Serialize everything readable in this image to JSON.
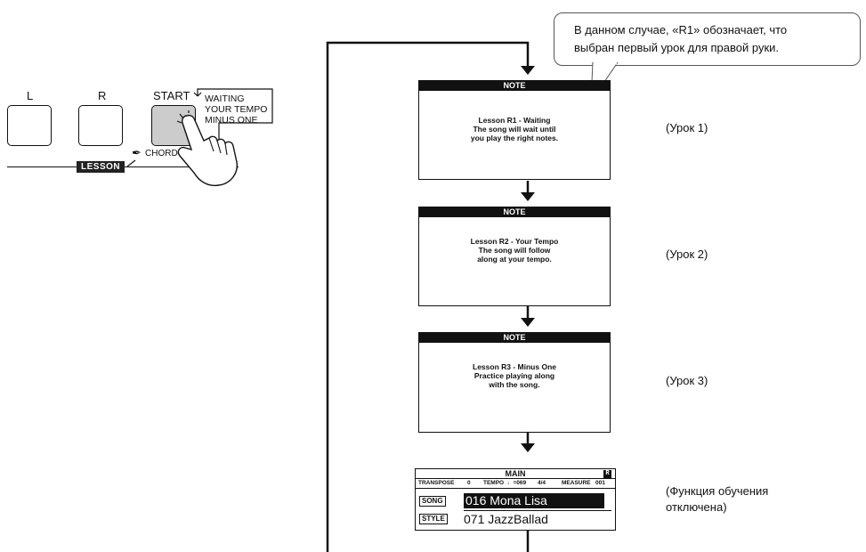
{
  "panel": {
    "key_l": "L",
    "key_r": "R",
    "key_start": "START",
    "lesson_modes": [
      "WAITING",
      "YOUR TEMPO",
      "MINUS ONE"
    ],
    "chord_label": "CHORD L",
    "lesson_badge": "LESSON"
  },
  "callout": {
    "line1": "В данном случае, «R1» обозначает, что",
    "line2": "выбран первый урок для правой руки."
  },
  "screens": [
    {
      "header": "NOTE",
      "lines": [
        "Lesson R1 - Waiting",
        "The song will wait until",
        "you play the right notes."
      ],
      "label": "(Урок 1)"
    },
    {
      "header": "NOTE",
      "lines": [
        "Lesson R2 - Your Tempo",
        "The song will follow",
        "along at your tempo."
      ],
      "label": "(Урок 2)"
    },
    {
      "header": "NOTE",
      "lines": [
        "Lesson R3 - Minus One",
        "Practice playing along",
        "with the song."
      ],
      "label": "(Урок 3)"
    }
  ],
  "main_display": {
    "title": "MAIN",
    "badge": "R",
    "transpose_label": "TRANSPOSE",
    "transpose_value": "0",
    "tempo_label": "TEMPO",
    "tempo_value": "♩=069",
    "time_sig": "4/4",
    "measure_label": "MEASURE",
    "measure_value": "001",
    "song_tag": "SONG",
    "song_value": "016 Mona Lisa",
    "style_tag": "STYLE",
    "style_value": "071 JazzBallad"
  },
  "final_label": {
    "line1": "(Функция обучения",
    "line2": "отключена)"
  }
}
